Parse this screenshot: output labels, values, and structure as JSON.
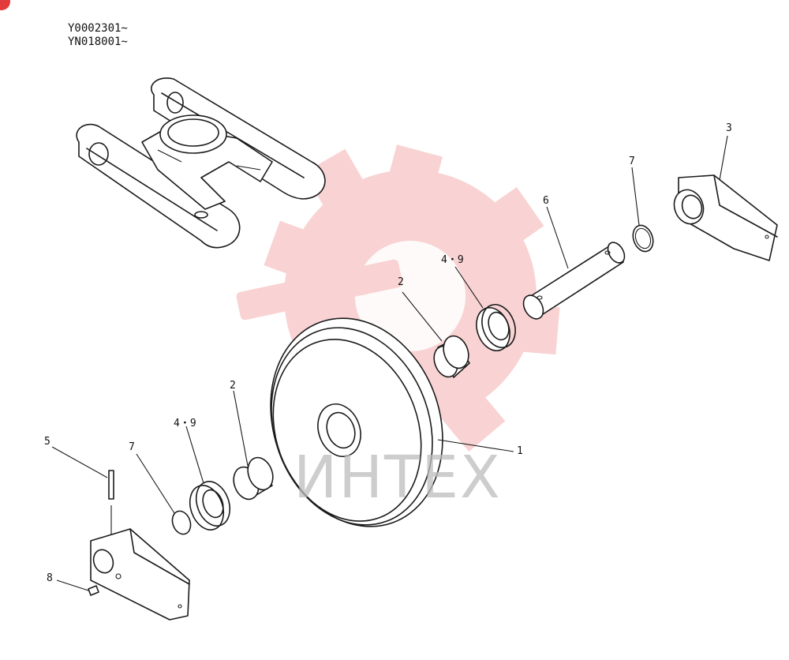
{
  "serials": [
    "Y0002301~",
    "YN018001~"
  ],
  "watermark": "ИНТЕХ",
  "callouts": {
    "c1": "1",
    "c2a": "2",
    "c2b": "2",
    "c3": "3",
    "c49a": "4・9",
    "c49b": "4・9",
    "c5": "5",
    "c6": "6",
    "c7a": "7",
    "c7b": "7",
    "c8": "8"
  },
  "colors": {
    "watermark_red": "#f2a0a0",
    "badge_red": "#e23b3b",
    "line": "#1a1a1a"
  }
}
